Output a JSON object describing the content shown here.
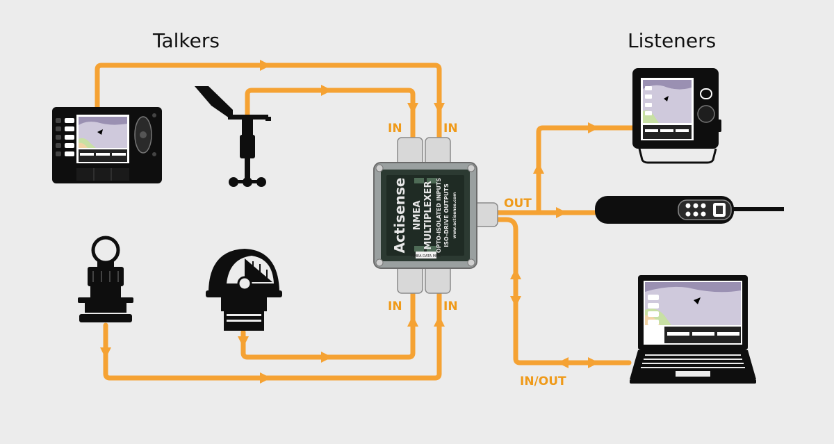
{
  "headings": {
    "talkers": "Talkers",
    "listeners": "Listeners"
  },
  "ports": {
    "in_top_left": "IN",
    "in_top_right": "IN",
    "in_bottom_left": "IN",
    "in_bottom_right": "IN",
    "out": "OUT",
    "in_out": "IN/OUT"
  },
  "multiplexer": {
    "brand": "Actisense",
    "line1": "NMEA",
    "line2": "MULTIPLEXER",
    "line3": "OPTO-ISOLATED INPUTS",
    "line4": "ISO-DRIVE OUTPUTS",
    "website": "www.actisense.com",
    "model": "NMEA DATA MUX"
  },
  "colors": {
    "wire": "#f5a233",
    "label": "#ef9a1a",
    "background": "#ececec",
    "device": "#0e0e0e"
  }
}
